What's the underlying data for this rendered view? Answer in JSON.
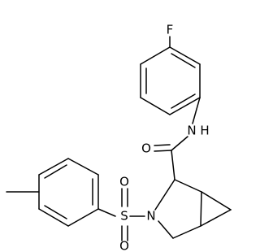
{
  "diagram": {
    "type": "chemical-structure",
    "atoms": {
      "fluorine": "F",
      "amide_nitrogen": "N",
      "amide_hydrogen": "H",
      "carbonyl_oxygen": "O",
      "ring_nitrogen": "N",
      "sulfur": "S",
      "sulfonyl_oxygen_top": "O",
      "sulfonyl_oxygen_bottom": "O"
    },
    "bond_color": "#000000",
    "background": "#ffffff"
  }
}
